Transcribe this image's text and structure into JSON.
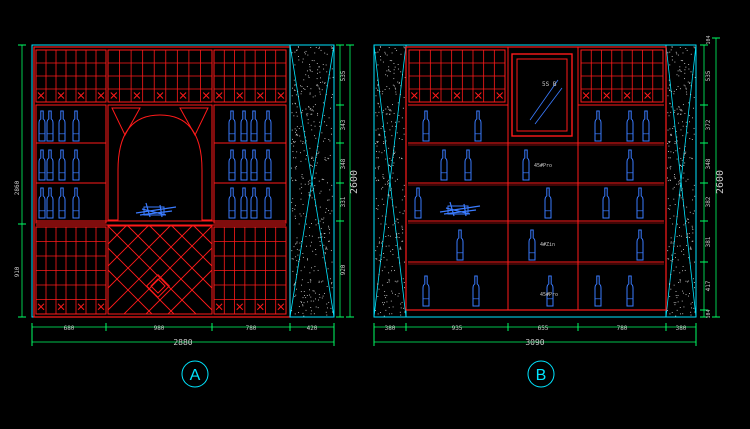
{
  "colors": {
    "background": "#000000",
    "cabinet": "#ff1a1a",
    "bottle": "#3a7bff",
    "dimension": "#00ff66",
    "outline": "#00e5ff",
    "label_text": "#cccccc",
    "stone_texture": "#cfcfcf"
  },
  "elevation_a": {
    "label": "A",
    "total_width": "2880",
    "total_height": "2600",
    "left_height_top": "2860",
    "left_height_bottom": "910",
    "bottom_dims": [
      "680",
      "980",
      "780",
      "420"
    ],
    "right_dims": [
      "535",
      "343",
      "348",
      "331",
      "920"
    ]
  },
  "elevation_b": {
    "label": "B",
    "total_width": "3090",
    "total_height": "2600",
    "bottom_dims": [
      "380",
      "935",
      "655",
      "780",
      "380"
    ],
    "right_dims": [
      "535",
      "372",
      "348",
      "382",
      "381",
      "417"
    ],
    "top_right_dim": "104",
    "bottom_right_dim": "104",
    "mirror_note": "5S\nB",
    "shelf_notes": [
      "45#Pro",
      "4#Zin",
      "45#Pro"
    ]
  }
}
